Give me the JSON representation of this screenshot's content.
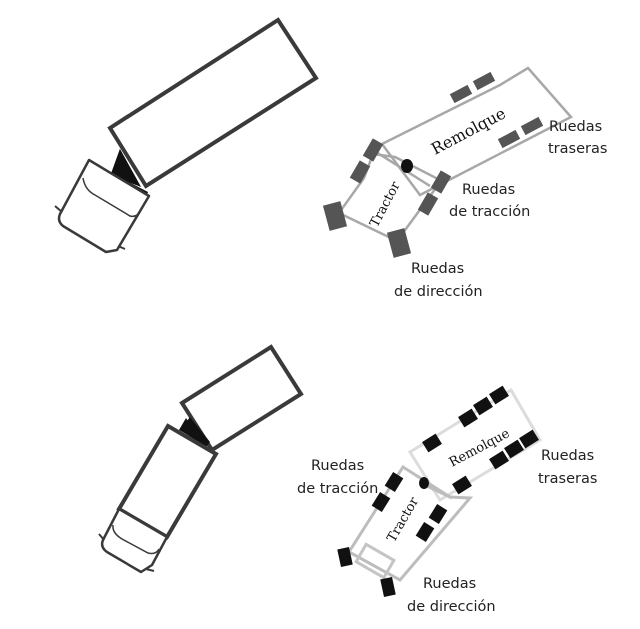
{
  "diagram": {
    "title": "Tractor-trailer articulation comparison",
    "colors": {
      "outline_dark": "#3a3a3a",
      "outline_gray": "#a8a8a8",
      "outline_light": "#dcdcdc",
      "wheel_dark_gray": "#555555",
      "wheel_black": "#111111",
      "hitch_black": "#111111"
    },
    "panels": [
      {
        "id": "top",
        "illustration": "truck-illustration-top",
        "schematic": {
          "trailer_label": "Remolque",
          "tractor_label": "Tractor",
          "callouts": {
            "rear_wheels": [
              "Ruedas",
              "traseras"
            ],
            "drive_wheels": [
              "Ruedas",
              "de tracción"
            ],
            "steer_wheels": [
              "Ruedas",
              "de dirección"
            ]
          }
        }
      },
      {
        "id": "bottom",
        "illustration": "truck-illustration-bottom",
        "schematic": {
          "trailer_label": "Remolque",
          "tractor_label": "Tractor",
          "callouts": {
            "rear_wheels": [
              "Ruedas",
              "traseras"
            ],
            "drive_wheels": [
              "Ruedas",
              "de tracción"
            ],
            "steer_wheels": [
              "Ruedas",
              "de dirección"
            ]
          }
        }
      }
    ]
  }
}
